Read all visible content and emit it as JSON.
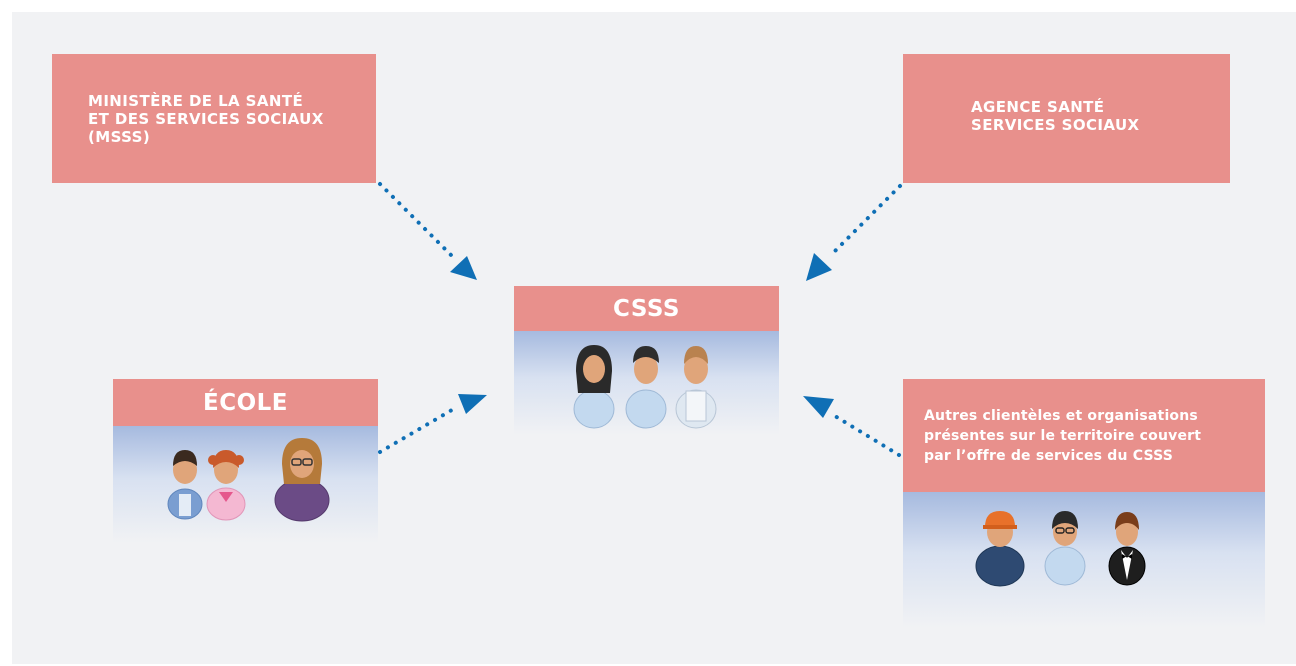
{
  "ministere": {
    "label": "MINISTÈRE DE LA SANTÉ\nET DES SERVICES SOCIAUX\n(MSSS)"
  },
  "agence": {
    "label": "AGENCE SANTÉ\nSERVICES SOCIAUX"
  },
  "csss": {
    "label": "CSSS"
  },
  "ecole": {
    "label": "ÉCOLE"
  },
  "autres": {
    "label": "Autres clientèles et organisations\nprésentes sur le territoire couvert\npar l’offre de services du CSSS"
  },
  "colors": {
    "box": "#e8908c",
    "arrow": "#0f6fb5",
    "background": "#f1f2f4",
    "panel_top": "#a6badf"
  },
  "icons": {
    "csss": [
      "woman-professional-icon",
      "man-professional-icon",
      "man-nurse-icon"
    ],
    "ecole": [
      "boy-student-icon",
      "girl-student-icon",
      "woman-teacher-icon"
    ],
    "autres": [
      "worker-hardhat-icon",
      "woman-glasses-icon",
      "waiter-icon"
    ]
  }
}
